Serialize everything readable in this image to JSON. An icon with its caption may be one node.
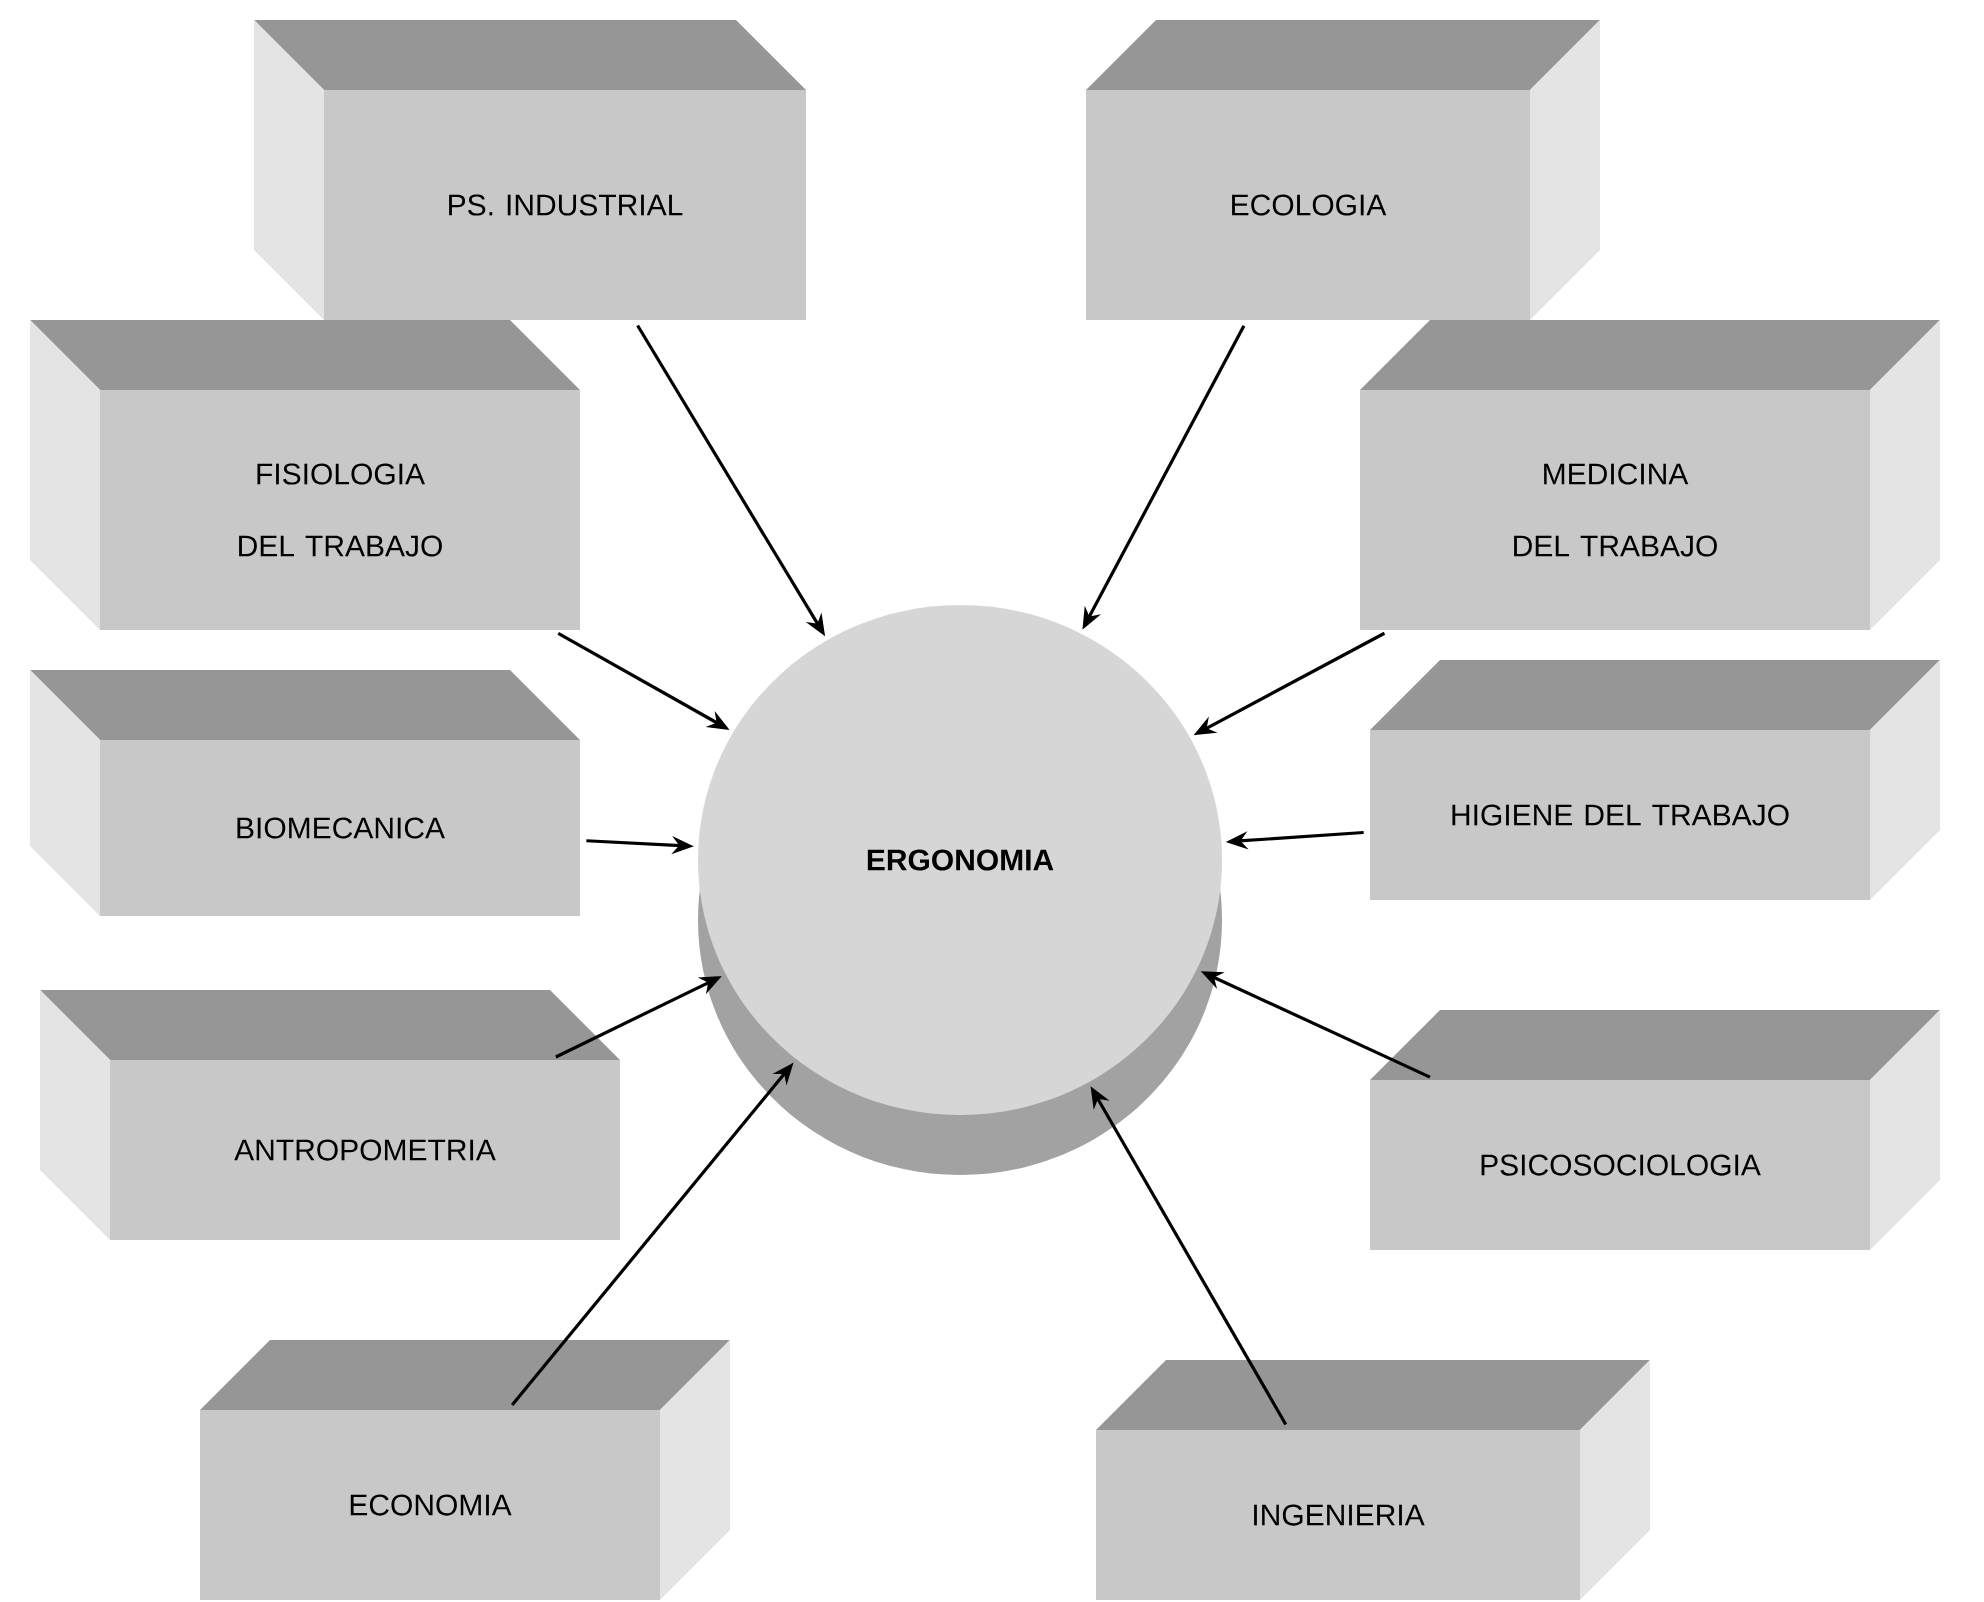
{
  "diagram": {
    "nodes": [
      {
        "text": [
          "PS. INDUSTRIAL"
        ]
      },
      {
        "text": [
          "ECOLOGIA"
        ]
      },
      {
        "text": [
          "FISIOLOGIA DEL TRABAJO"
        ]
      },
      {
        "text": [
          "MEDICINA DEL TRABAJO"
        ]
      },
      {
        "text": [
          "BIOMECANICA"
        ]
      },
      {
        "text": [
          "HIGIENE DEL TRABAJO"
        ]
      },
      {
        "text": [
          "ANTROPOMETRIA"
        ]
      },
      {
        "text": [
          "PSICOSOCIOLOGIA"
        ]
      },
      {
        "text": [
          "ECONOMIA"
        ]
      },
      {
        "text": [
          "INGENIERIA"
        ]
      },
      {
        "text": [
          "ERGONOMIA"
        ]
      }
    ],
    "edges": [
      {
        "from": 0,
        "to": 10,
        "arrow": "to"
      },
      {
        "from": 1,
        "to": 10,
        "arrow": "to"
      },
      {
        "from": 2,
        "to": 10,
        "arrow": "to"
      },
      {
        "from": 3,
        "to": 10,
        "arrow": "to"
      },
      {
        "from": 4,
        "to": 10,
        "arrow": "to"
      },
      {
        "from": 5,
        "to": 10,
        "arrow": "to"
      },
      {
        "from": 6,
        "to": 10,
        "arrow": "to"
      },
      {
        "from": 7,
        "to": 10,
        "arrow": "to"
      },
      {
        "from": 8,
        "to": 10,
        "arrow": "to"
      },
      {
        "from": 9,
        "to": 10,
        "arrow": "to"
      }
    ]
  }
}
